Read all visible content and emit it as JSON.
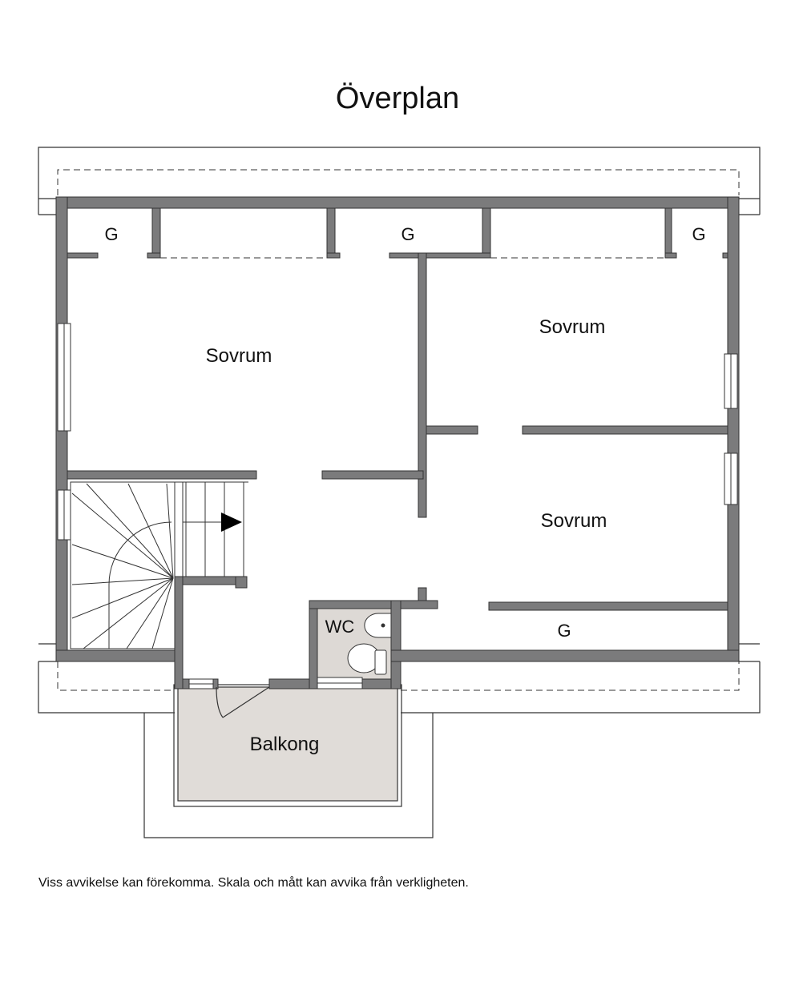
{
  "title": "Överplan",
  "rooms": {
    "sovrum_left": "Sovrum",
    "sovrum_upper_right": "Sovrum",
    "sovrum_lower_right": "Sovrum",
    "wc": "WC",
    "balkong": "Balkong",
    "closet_left": "G",
    "closet_middle": "G",
    "closet_right": "G",
    "closet_bottom": "G"
  },
  "disclaimer": "Viss avvikelse kan förekomma. Skala och mått kan avvika från verkligheten.",
  "colors": {
    "wall": "#7b7b7c",
    "wet_room": "#ddd9d5",
    "balcony": "#e0dcd8",
    "outline": "#3a3a3a"
  }
}
